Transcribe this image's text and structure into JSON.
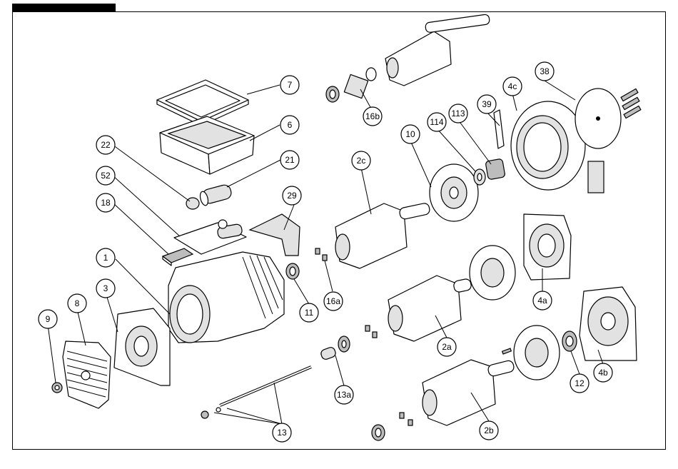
{
  "callouts": [
    {
      "id": "1",
      "label": "1"
    },
    {
      "id": "2a",
      "label": "2a"
    },
    {
      "id": "2b",
      "label": "2b"
    },
    {
      "id": "2c",
      "label": "2c"
    },
    {
      "id": "3",
      "label": "3"
    },
    {
      "id": "4a",
      "label": "4a"
    },
    {
      "id": "4b",
      "label": "4b"
    },
    {
      "id": "4c",
      "label": "4c"
    },
    {
      "id": "6",
      "label": "6"
    },
    {
      "id": "7",
      "label": "7"
    },
    {
      "id": "8",
      "label": "8"
    },
    {
      "id": "9",
      "label": "9"
    },
    {
      "id": "10",
      "label": "10"
    },
    {
      "id": "11",
      "label": "11"
    },
    {
      "id": "12",
      "label": "12"
    },
    {
      "id": "13",
      "label": "13"
    },
    {
      "id": "13a",
      "label": "13a"
    },
    {
      "id": "16a",
      "label": "16a"
    },
    {
      "id": "16b",
      "label": "16b"
    },
    {
      "id": "18",
      "label": "18"
    },
    {
      "id": "21",
      "label": "21"
    },
    {
      "id": "22",
      "label": "22"
    },
    {
      "id": "29",
      "label": "29"
    },
    {
      "id": "38",
      "label": "38"
    },
    {
      "id": "39",
      "label": "39"
    },
    {
      "id": "52",
      "label": "52"
    },
    {
      "id": "113",
      "label": "113"
    },
    {
      "id": "114",
      "label": "114"
    }
  ]
}
